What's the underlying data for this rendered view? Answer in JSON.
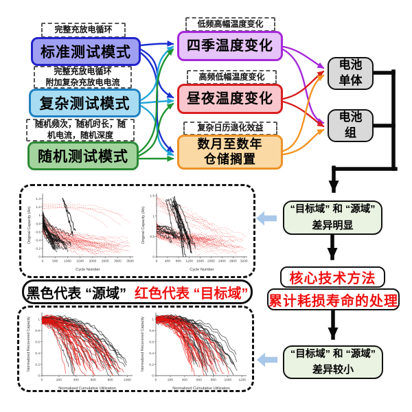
{
  "palette": {
    "arrow_blue": "#1b2fd0",
    "arrow_cyan": "#22a5d8",
    "arrow_green": "#1f9430",
    "arrow_purple": "#a428d8",
    "arrow_red": "#d81f1f",
    "arrow_orange": "#f29422",
    "connector_black": "#0a0a0a",
    "block_arrow_blue": "#a9c8e9",
    "standard_fill": "#9f9ff2",
    "standard_border": "#2323cc",
    "complex_fill": "#a8dcf2",
    "complex_border": "#1f80c0",
    "random_fill": "#a3d49e",
    "random_border": "#2d8a36",
    "season_fill": "#e6c3f8",
    "season_border": "#a428d8",
    "daynight_fill": "#f8c6cc",
    "daynight_border": "#d81f1f",
    "storage_fill": "#fbd9a4",
    "storage_border": "#ec9226",
    "gray_fill": "#d9d9d9",
    "green_fill": "#eaf2e2",
    "red_text": "#ee1111"
  },
  "left_column": {
    "modes": [
      {
        "note_lines": [
          "完整充放电循环"
        ],
        "label": "标准测试模式"
      },
      {
        "note_lines": [
          "完整充放电循环",
          "附加复杂充放电电流"
        ],
        "label": "复杂测试模式"
      },
      {
        "note_lines": [
          "随机频次，随机时长，随",
          "机电流，随机深度"
        ],
        "label": "随机测试模式"
      }
    ]
  },
  "middle_column": {
    "conditions": [
      {
        "note_lines": [
          "低频高幅温度变化"
        ],
        "label_lines": [
          "四季温度变化"
        ]
      },
      {
        "note_lines": [
          "高频低幅温度变化"
        ],
        "label_lines": [
          "昼夜温度变化"
        ]
      },
      {
        "note_lines": [
          "复杂日历退化效益"
        ],
        "label_lines": [
          "数月至数年",
          "仓储搁置"
        ]
      }
    ]
  },
  "right_column": {
    "battery_cell_lines": [
      "电池",
      "单体"
    ],
    "battery_pack_lines": [
      "电池",
      "组"
    ]
  },
  "flow": {
    "diff_large_line1": "“目标域” 和 “源域”",
    "diff_large_line2": "差异明显",
    "core_method": "核心技术方法",
    "process": "累计耗损寿命的处理",
    "diff_small_line1": "“目标域” 和 “源域”",
    "diff_small_line2": "差异较小"
  },
  "legend": {
    "black_part": "黑色代表 “源域”",
    "red_part": "红色代表 “目标域”"
  },
  "chart_data": [
    {
      "type": "line",
      "title": "",
      "xlabel": "Cycle Number",
      "ylabel": "Original Capacity (Ah)",
      "xlim": [
        0,
        3620
      ],
      "ylim": [
        0,
        1.52
      ],
      "xticks": [
        0,
        500,
        1000,
        1500,
        2000,
        2500,
        3000,
        3500
      ],
      "yticks": [
        0,
        0.2,
        0.4,
        0.6,
        0.8,
        1,
        1.2,
        1.4
      ],
      "grid": false,
      "groups": [
        {
          "name": "target-domain-red-dotted",
          "color": "#e8140f",
          "dash": true,
          "width": 0.6,
          "opacity": 0.5,
          "count": 58,
          "seed": 101,
          "start_y": [
            0.6,
            1.08
          ],
          "end_y": [
            0.04,
            0.42
          ],
          "end_x": [
            1100,
            3620
          ],
          "p": [
            0.18,
            0.6
          ],
          "noise": 0.025
        },
        {
          "name": "red-high-flat",
          "color": "#e8140f",
          "dash": true,
          "width": 0.6,
          "opacity": 0.55,
          "count": 5,
          "seed": 102,
          "start_y": [
            1.02,
            1.28
          ],
          "end_y": [
            0.72,
            1.05
          ],
          "end_x": [
            2300,
            3620
          ],
          "p": [
            2.5,
            5
          ],
          "noise": 0.012
        },
        {
          "name": "source-domain-black",
          "color": "#141414",
          "dash": false,
          "width": 0.75,
          "opacity": 0.8,
          "count": 26,
          "seed": 103,
          "start_y": [
            0.82,
            1.08
          ],
          "end_y": [
            0.16,
            0.48
          ],
          "end_x": [
            350,
            1150
          ],
          "p": [
            0.3,
            0.85
          ],
          "noise": 0.03
        },
        {
          "name": "black-outlier",
          "color": "#141414",
          "dash": false,
          "width": 0.9,
          "opacity": 0.95,
          "count": 2,
          "seed": 104,
          "x0": [
            750,
            800
          ],
          "dx": [
            420,
            520
          ],
          "start_y": [
            1.34,
            1.46
          ],
          "end_y": [
            0.5,
            0.62
          ],
          "p": [
            1,
            1
          ],
          "noise": 0.05
        }
      ]
    },
    {
      "type": "line",
      "title": "",
      "xlabel": "Cycle Number",
      "ylabel": "Original Capacity (Ah)",
      "xlim": [
        0,
        3320
      ],
      "ylim": [
        0,
        1.55
      ],
      "xticks": [
        0,
        400,
        800,
        1200,
        1600,
        2000,
        2400,
        2800,
        3200
      ],
      "yticks": [
        0,
        0.5,
        1,
        1.5
      ],
      "grid": false,
      "groups": [
        {
          "name": "target-domain-red-dotted",
          "color": "#e8140f",
          "dash": true,
          "width": 0.6,
          "opacity": 0.5,
          "count": 50,
          "seed": 201,
          "start_y": [
            0.5,
            0.88
          ],
          "end_y": [
            0.06,
            0.5
          ],
          "end_x": [
            1400,
            3320
          ],
          "p": [
            0.25,
            0.8
          ],
          "noise": 0.03
        },
        {
          "name": "red-diagonal",
          "color": "#e8140f",
          "dash": true,
          "width": 0.6,
          "opacity": 0.55,
          "count": 12,
          "seed": 202,
          "start_y": [
            1.1,
            1.5
          ],
          "end_y": [
            0.25,
            0.75
          ],
          "end_x": [
            1300,
            3320
          ],
          "p": [
            0.9,
            1.3
          ],
          "noise": 0.04
        },
        {
          "name": "source-domain-black-steep",
          "color": "#141414",
          "dash": false,
          "width": 0.8,
          "opacity": 0.85,
          "count": 15,
          "seed": 203,
          "x0": [
            330,
            680
          ],
          "dx": [
            300,
            800
          ],
          "start_y": [
            1.25,
            1.5
          ],
          "end_y": [
            0,
            0.35
          ],
          "p": [
            1,
            1.4
          ],
          "noise": 0.05
        },
        {
          "name": "black-left-band",
          "color": "#141414",
          "dash": false,
          "width": 0.75,
          "opacity": 0.8,
          "count": 9,
          "seed": 204,
          "start_y": [
            0.58,
            0.8
          ],
          "end_y": [
            0.35,
            0.55
          ],
          "end_x": [
            450,
            950
          ],
          "p": [
            1.3,
            2.5
          ],
          "noise": 0.035
        }
      ]
    },
    {
      "type": "line",
      "title": "",
      "xlabel": "Normalized Cumulative Utilization",
      "ylabel": "Normalized Recovered Capacity",
      "xlim": [
        0,
        1060
      ],
      "ylim": [
        0,
        1.12
      ],
      "xticks": [
        0,
        200,
        400,
        600,
        800,
        1000
      ],
      "yticks": [
        0,
        0.2,
        0.4,
        0.6,
        0.8,
        1
      ],
      "grid": false,
      "groups": [
        {
          "name": "source-domain-black",
          "color": "#141414",
          "dash": false,
          "width": 0.8,
          "opacity": 0.7,
          "count": 30,
          "seed": 301,
          "start_y": [
            0.94,
            1.04
          ],
          "end_y": [
            0,
            0.28
          ],
          "end_x": [
            300,
            1000
          ],
          "p": [
            1.6,
            3.4
          ],
          "noise": 0.03
        },
        {
          "name": "target-domain-red",
          "color": "#e8140f",
          "dash": false,
          "width": 0.8,
          "opacity": 0.7,
          "count": 32,
          "seed": 302,
          "start_y": [
            0.93,
            1.05
          ],
          "end_y": [
            0,
            0.3
          ],
          "end_x": [
            260,
            960
          ],
          "p": [
            1.5,
            3.2
          ],
          "noise": 0.03
        }
      ]
    },
    {
      "type": "line",
      "title": "",
      "xlabel": "Normalized Cumulative Utilization",
      "ylabel": "Normalized Recovered Capacity",
      "xlim": [
        0,
        1260
      ],
      "ylim": [
        0,
        1.12
      ],
      "xticks": [
        0,
        200,
        400,
        600,
        800,
        1000,
        1200
      ],
      "yticks": [
        0,
        0.2,
        0.4,
        0.6,
        0.8,
        1
      ],
      "grid": false,
      "groups": [
        {
          "name": "source-domain-black",
          "color": "#141414",
          "dash": false,
          "width": 0.8,
          "opacity": 0.7,
          "count": 30,
          "seed": 401,
          "start_y": [
            0.95,
            1.05
          ],
          "end_y": [
            0,
            0.3
          ],
          "end_x": [
            500,
            1130
          ],
          "p": [
            2.2,
            4.6
          ],
          "noise": 0.03
        },
        {
          "name": "target-domain-red",
          "color": "#e8140f",
          "dash": false,
          "width": 0.8,
          "opacity": 0.7,
          "count": 30,
          "seed": 402,
          "start_y": [
            0.94,
            1.04
          ],
          "end_y": [
            0,
            0.3
          ],
          "end_x": [
            430,
            1100
          ],
          "p": [
            2,
            4.2
          ],
          "noise": 0.03
        }
      ]
    }
  ]
}
